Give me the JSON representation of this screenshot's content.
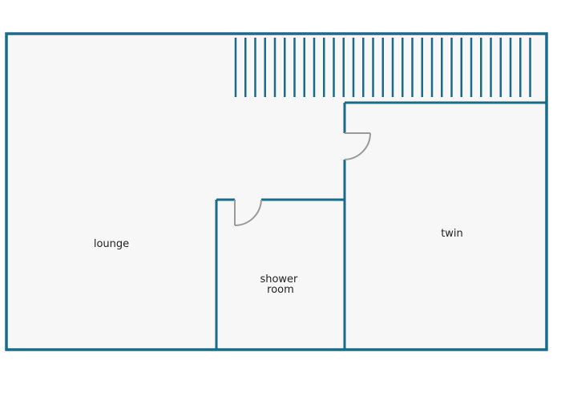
{
  "plan": {
    "colors": {
      "wall": "#1a6a8a",
      "floor": "#f7f7f7",
      "door": "#9a9a9a",
      "background": "#ffffff",
      "text": "#222222"
    },
    "rooms": [
      {
        "id": "lounge",
        "label_lines": [
          "lounge"
        ]
      },
      {
        "id": "shower-room",
        "label_lines": [
          "shower",
          "room"
        ]
      },
      {
        "id": "twin",
        "label_lines": [
          "twin"
        ]
      }
    ],
    "features": {
      "stairs": "stairs",
      "doors": [
        "door-twin",
        "door-shower-room"
      ]
    }
  }
}
